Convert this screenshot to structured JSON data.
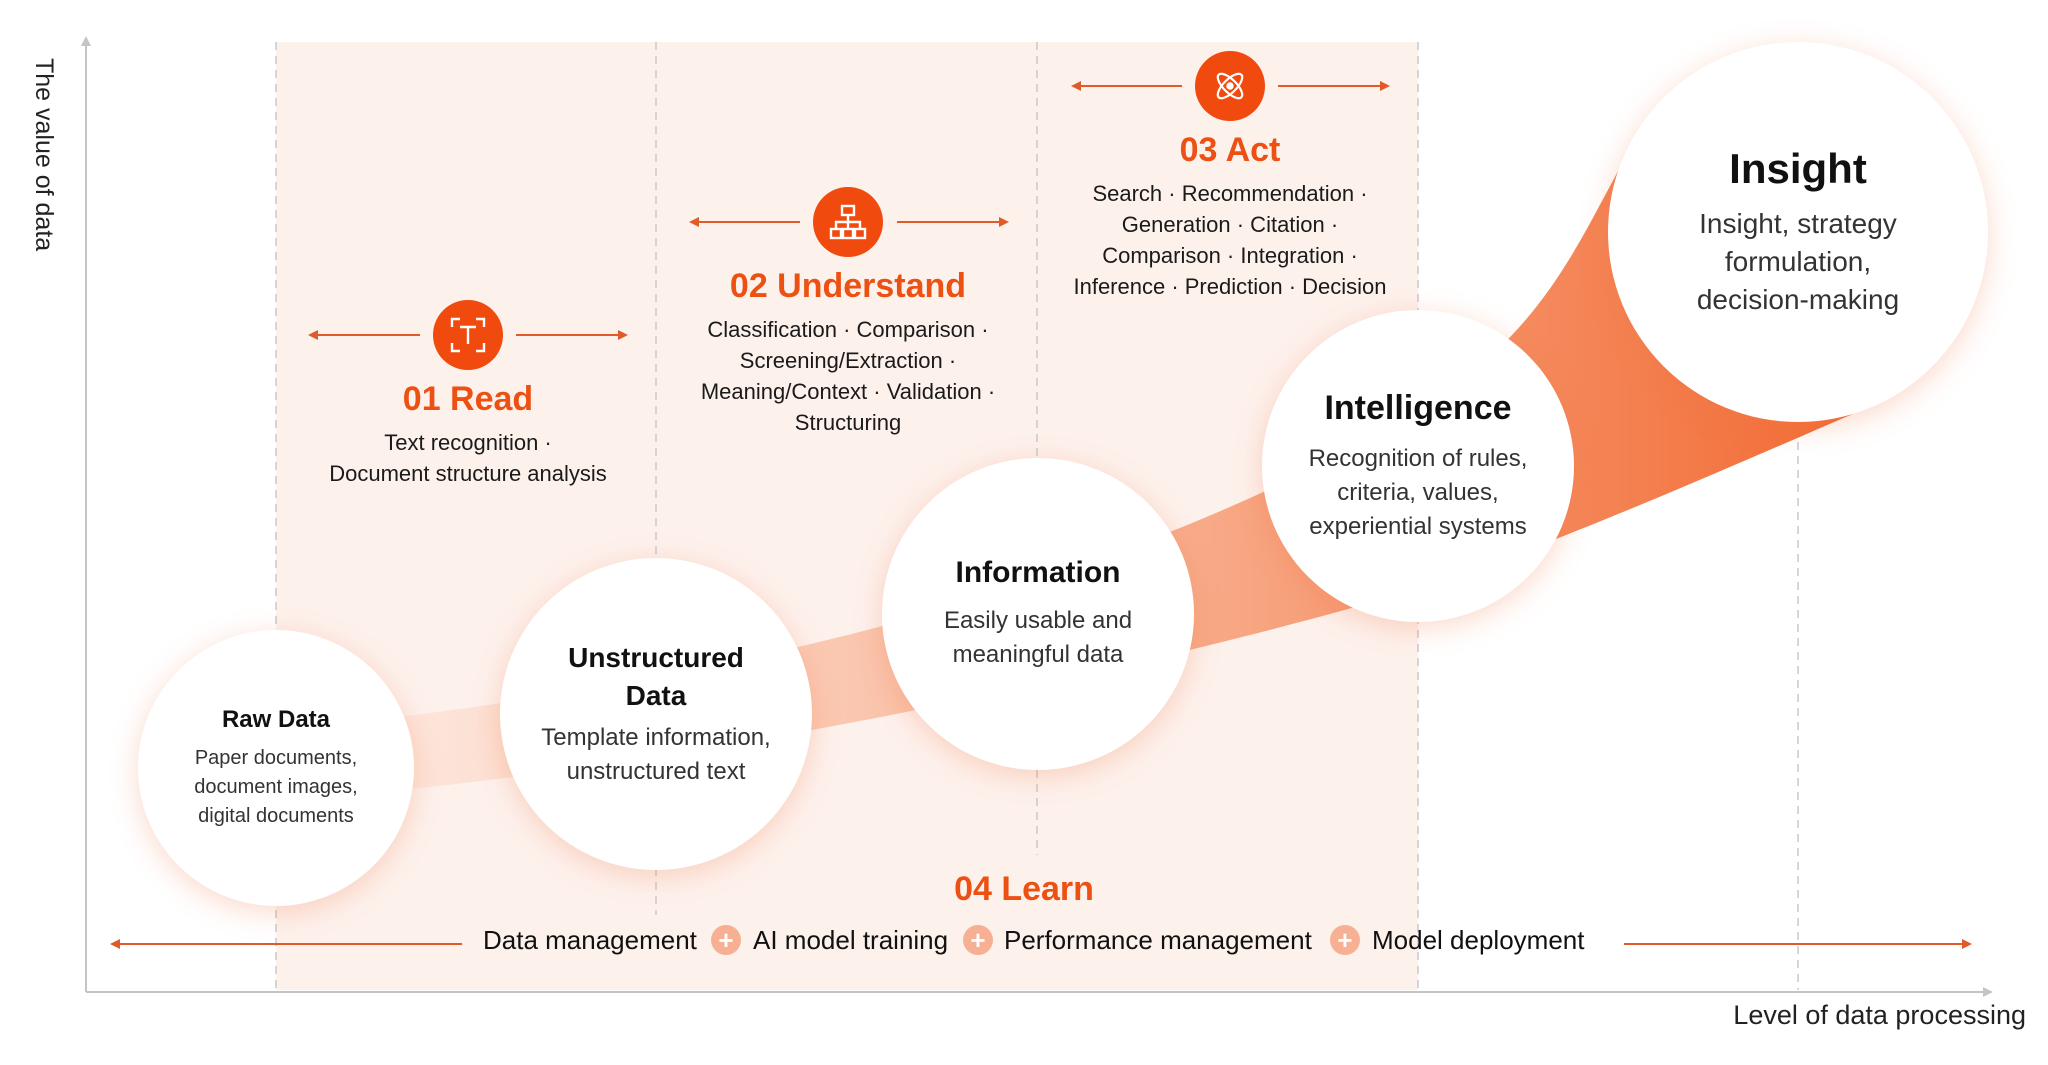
{
  "colors": {
    "accent": "#ec5012",
    "accent_fill": "#f04a0e",
    "band": "#fdf1ec",
    "flow": "#f47a45"
  },
  "axes": {
    "y_label": "The value of data",
    "x_label": "Level of data processing"
  },
  "steps": [
    {
      "icon": "text-recognition-icon",
      "title": "01 Read",
      "desc": [
        "Text recognition ·",
        "Document structure analysis"
      ]
    },
    {
      "icon": "hierarchy-icon",
      "title": "02 Understand",
      "desc": [
        "Classification · Comparison ·",
        "Screening/Extraction ·",
        "Meaning/Context · Validation ·",
        "Structuring"
      ]
    },
    {
      "icon": "atom-icon",
      "title": "03 Act",
      "desc": [
        "Search · Recommendation ·",
        "Generation · Citation ·",
        "Comparison · Integration ·",
        "Inference · Prediction · Decision"
      ]
    }
  ],
  "stages": [
    {
      "title": "Raw Data",
      "desc": [
        "Paper documents,",
        "document images,",
        "digital documents"
      ]
    },
    {
      "title": "Unstructured Data",
      "desc": [
        "Template information,",
        "unstructured text"
      ]
    },
    {
      "title": "Information",
      "desc": [
        "Easily usable and",
        "meaningful data"
      ]
    },
    {
      "title": "Intelligence",
      "desc": [
        "Recognition of rules,",
        "criteria, values,",
        "experiential systems"
      ]
    },
    {
      "title": "Insight",
      "desc": [
        "Insight, strategy",
        "formulation,",
        "decision-making"
      ]
    }
  ],
  "learn": {
    "title": "04 Learn",
    "items": [
      "Data management",
      "AI model training",
      "Performance management",
      "Model deployment"
    ],
    "separator": "+"
  }
}
